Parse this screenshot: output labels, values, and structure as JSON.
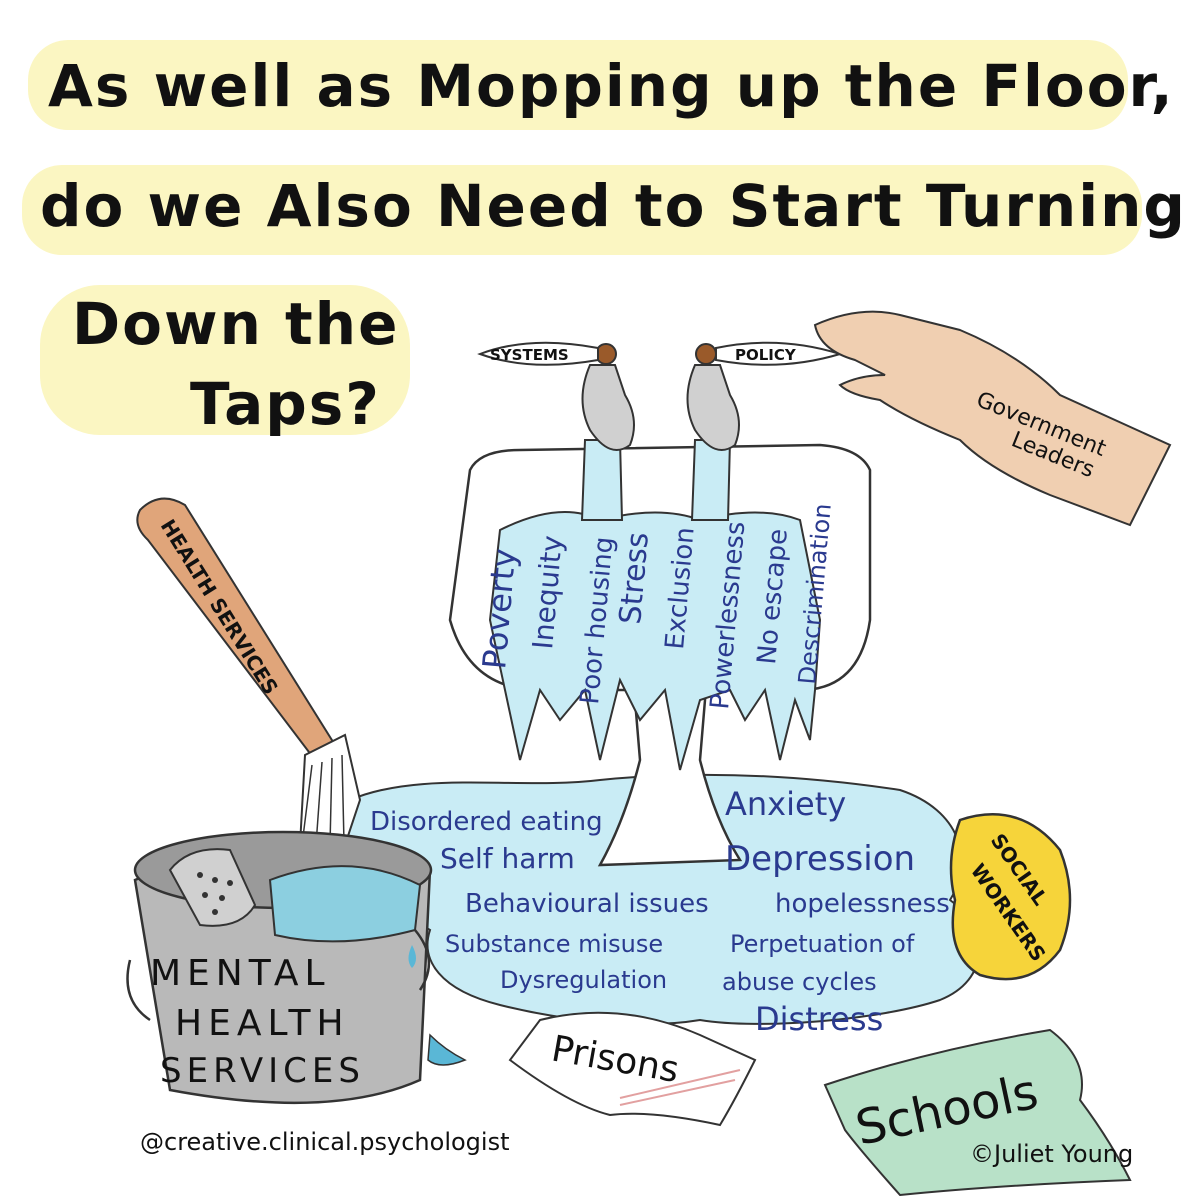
{
  "title": {
    "line1": "As well as Mopping up the Floor,",
    "line2": "do we Also Need to Start Turning",
    "line3": "Down the",
    "line4": "Taps?"
  },
  "taps": {
    "left": "SYSTEMS",
    "right": "POLICY"
  },
  "hand_label": [
    "Government",
    "Leaders"
  ],
  "sink_causes": [
    "Poverty",
    "Inequity",
    "Poor housing",
    "Stress",
    "Exclusion",
    "Powerlessness",
    "No escape",
    "Descrimination"
  ],
  "floor_effects": {
    "left": [
      "Disordered eating",
      "Self harm",
      "Behavioural issues",
      "Substance misuse",
      "Dysregulation"
    ],
    "right": [
      "Anxiety",
      "Depression",
      "hopelessness",
      "Perpetuation of",
      "abuse cycles",
      "Distress"
    ]
  },
  "mop_label": "HEALTH SERVICES",
  "bucket_label": [
    "MENTAL",
    "HEALTH",
    "SERVICES"
  ],
  "sponge_label": [
    "SOCIAL",
    "WORKERS"
  ],
  "prisons_label": "Prisons",
  "schools_label": "Schools",
  "credit_handle": "@creative.clinical.psychologist",
  "credit_author": "©Juliet Young",
  "colors": {
    "highlight": "#fbf6c2",
    "water": "#c9ecf5",
    "text_blue": "#2a3a8f",
    "bucket": "#b9b9b9",
    "mop_handle": "#e0a57a",
    "sponge": "#f6d43a",
    "schools_cloth": "#b8e1c8",
    "hand": "#f0cfb1"
  }
}
